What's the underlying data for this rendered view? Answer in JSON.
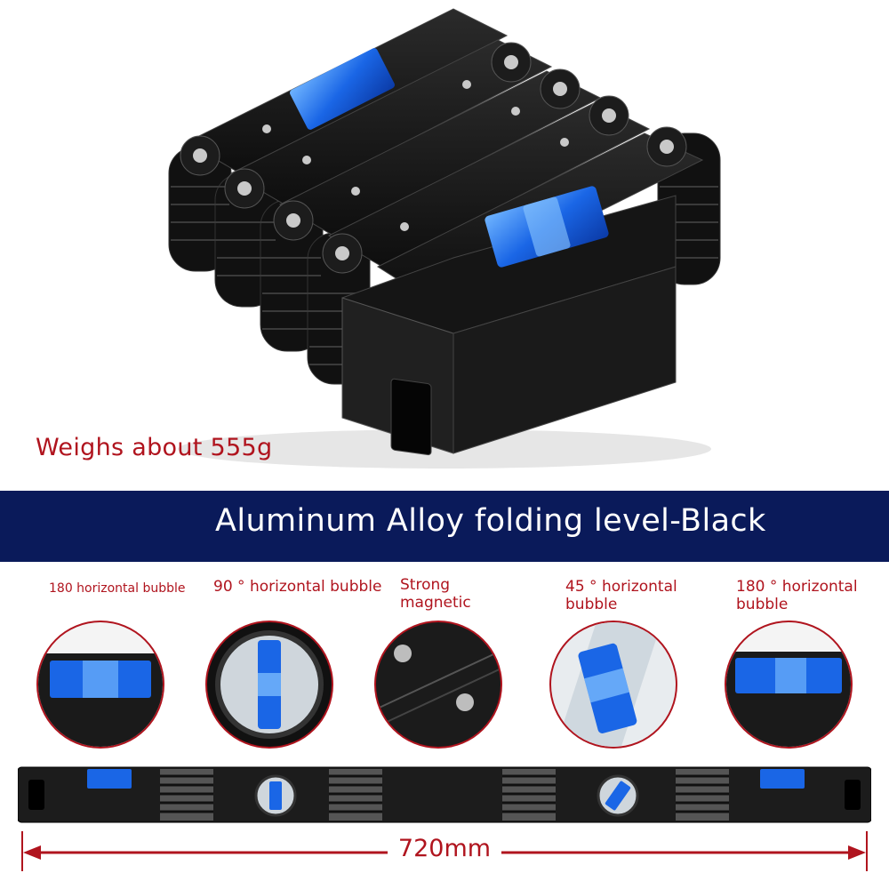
{
  "weight_text": "Weighs about 555g",
  "banner": {
    "title": "Aluminum Alloy folding level-Black",
    "bg_color": "#0a1a5a"
  },
  "features": [
    {
      "label": "180 horizontal bubble"
    },
    {
      "label": "90 ° horizontal bubble"
    },
    {
      "label": "Strong magnetic"
    },
    {
      "label": "45 ° horizontal bubble"
    },
    {
      "label": "180 ° horizontal bubble"
    }
  ],
  "dimension": {
    "text": "720mm"
  },
  "colors": {
    "accent_red": "#b0141e",
    "bubble_blue": "#1a66e6",
    "body_black": "#1a1a1a"
  }
}
